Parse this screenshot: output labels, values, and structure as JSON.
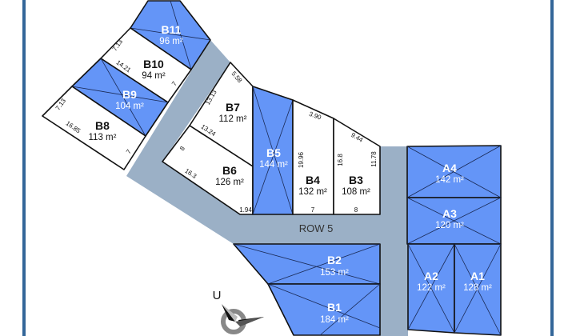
{
  "road": {
    "label": "ROW 5"
  },
  "compass": {
    "north_label": "U"
  },
  "colors": {
    "sold_lot": "#6495f7",
    "road": "#9bb0c6",
    "frame": "#336699"
  },
  "lots": {
    "B11": {
      "name": "B11",
      "area": "96 m²",
      "status": "sold"
    },
    "B10": {
      "name": "B10",
      "area": "94 m²",
      "status": "available"
    },
    "B9": {
      "name": "B9",
      "area": "104 m²",
      "status": "sold"
    },
    "B8": {
      "name": "B8",
      "area": "113 m²",
      "status": "available"
    },
    "B7": {
      "name": "B7",
      "area": "112 m²",
      "status": "available"
    },
    "B6": {
      "name": "B6",
      "area": "126 m²",
      "status": "available"
    },
    "B5": {
      "name": "B5",
      "area": "144 m²",
      "status": "sold"
    },
    "B4": {
      "name": "B4",
      "area": "132 m²",
      "status": "available"
    },
    "B3": {
      "name": "B3",
      "area": "108 m²",
      "status": "available"
    },
    "B2": {
      "name": "B2",
      "area": "153 m²",
      "status": "sold"
    },
    "B1": {
      "name": "B1",
      "area": "184 m²",
      "status": "sold"
    },
    "A4": {
      "name": "A4",
      "area": "142 m²",
      "status": "sold"
    },
    "A3": {
      "name": "A3",
      "area": "120 m²",
      "status": "sold"
    },
    "A2": {
      "name": "A2",
      "area": "122 m²",
      "status": "sold"
    },
    "A1": {
      "name": "A1",
      "area": "128 m²",
      "status": "sold"
    }
  },
  "dimensions": [
    "7.13",
    "14.21",
    "7",
    "7.13",
    "16.85",
    "7",
    "5.58",
    "13.13",
    "13.24",
    "8",
    "16.3",
    "1.94",
    "3.90",
    "19.96",
    "9.44",
    "16.8",
    "11.78",
    "7",
    "8"
  ]
}
